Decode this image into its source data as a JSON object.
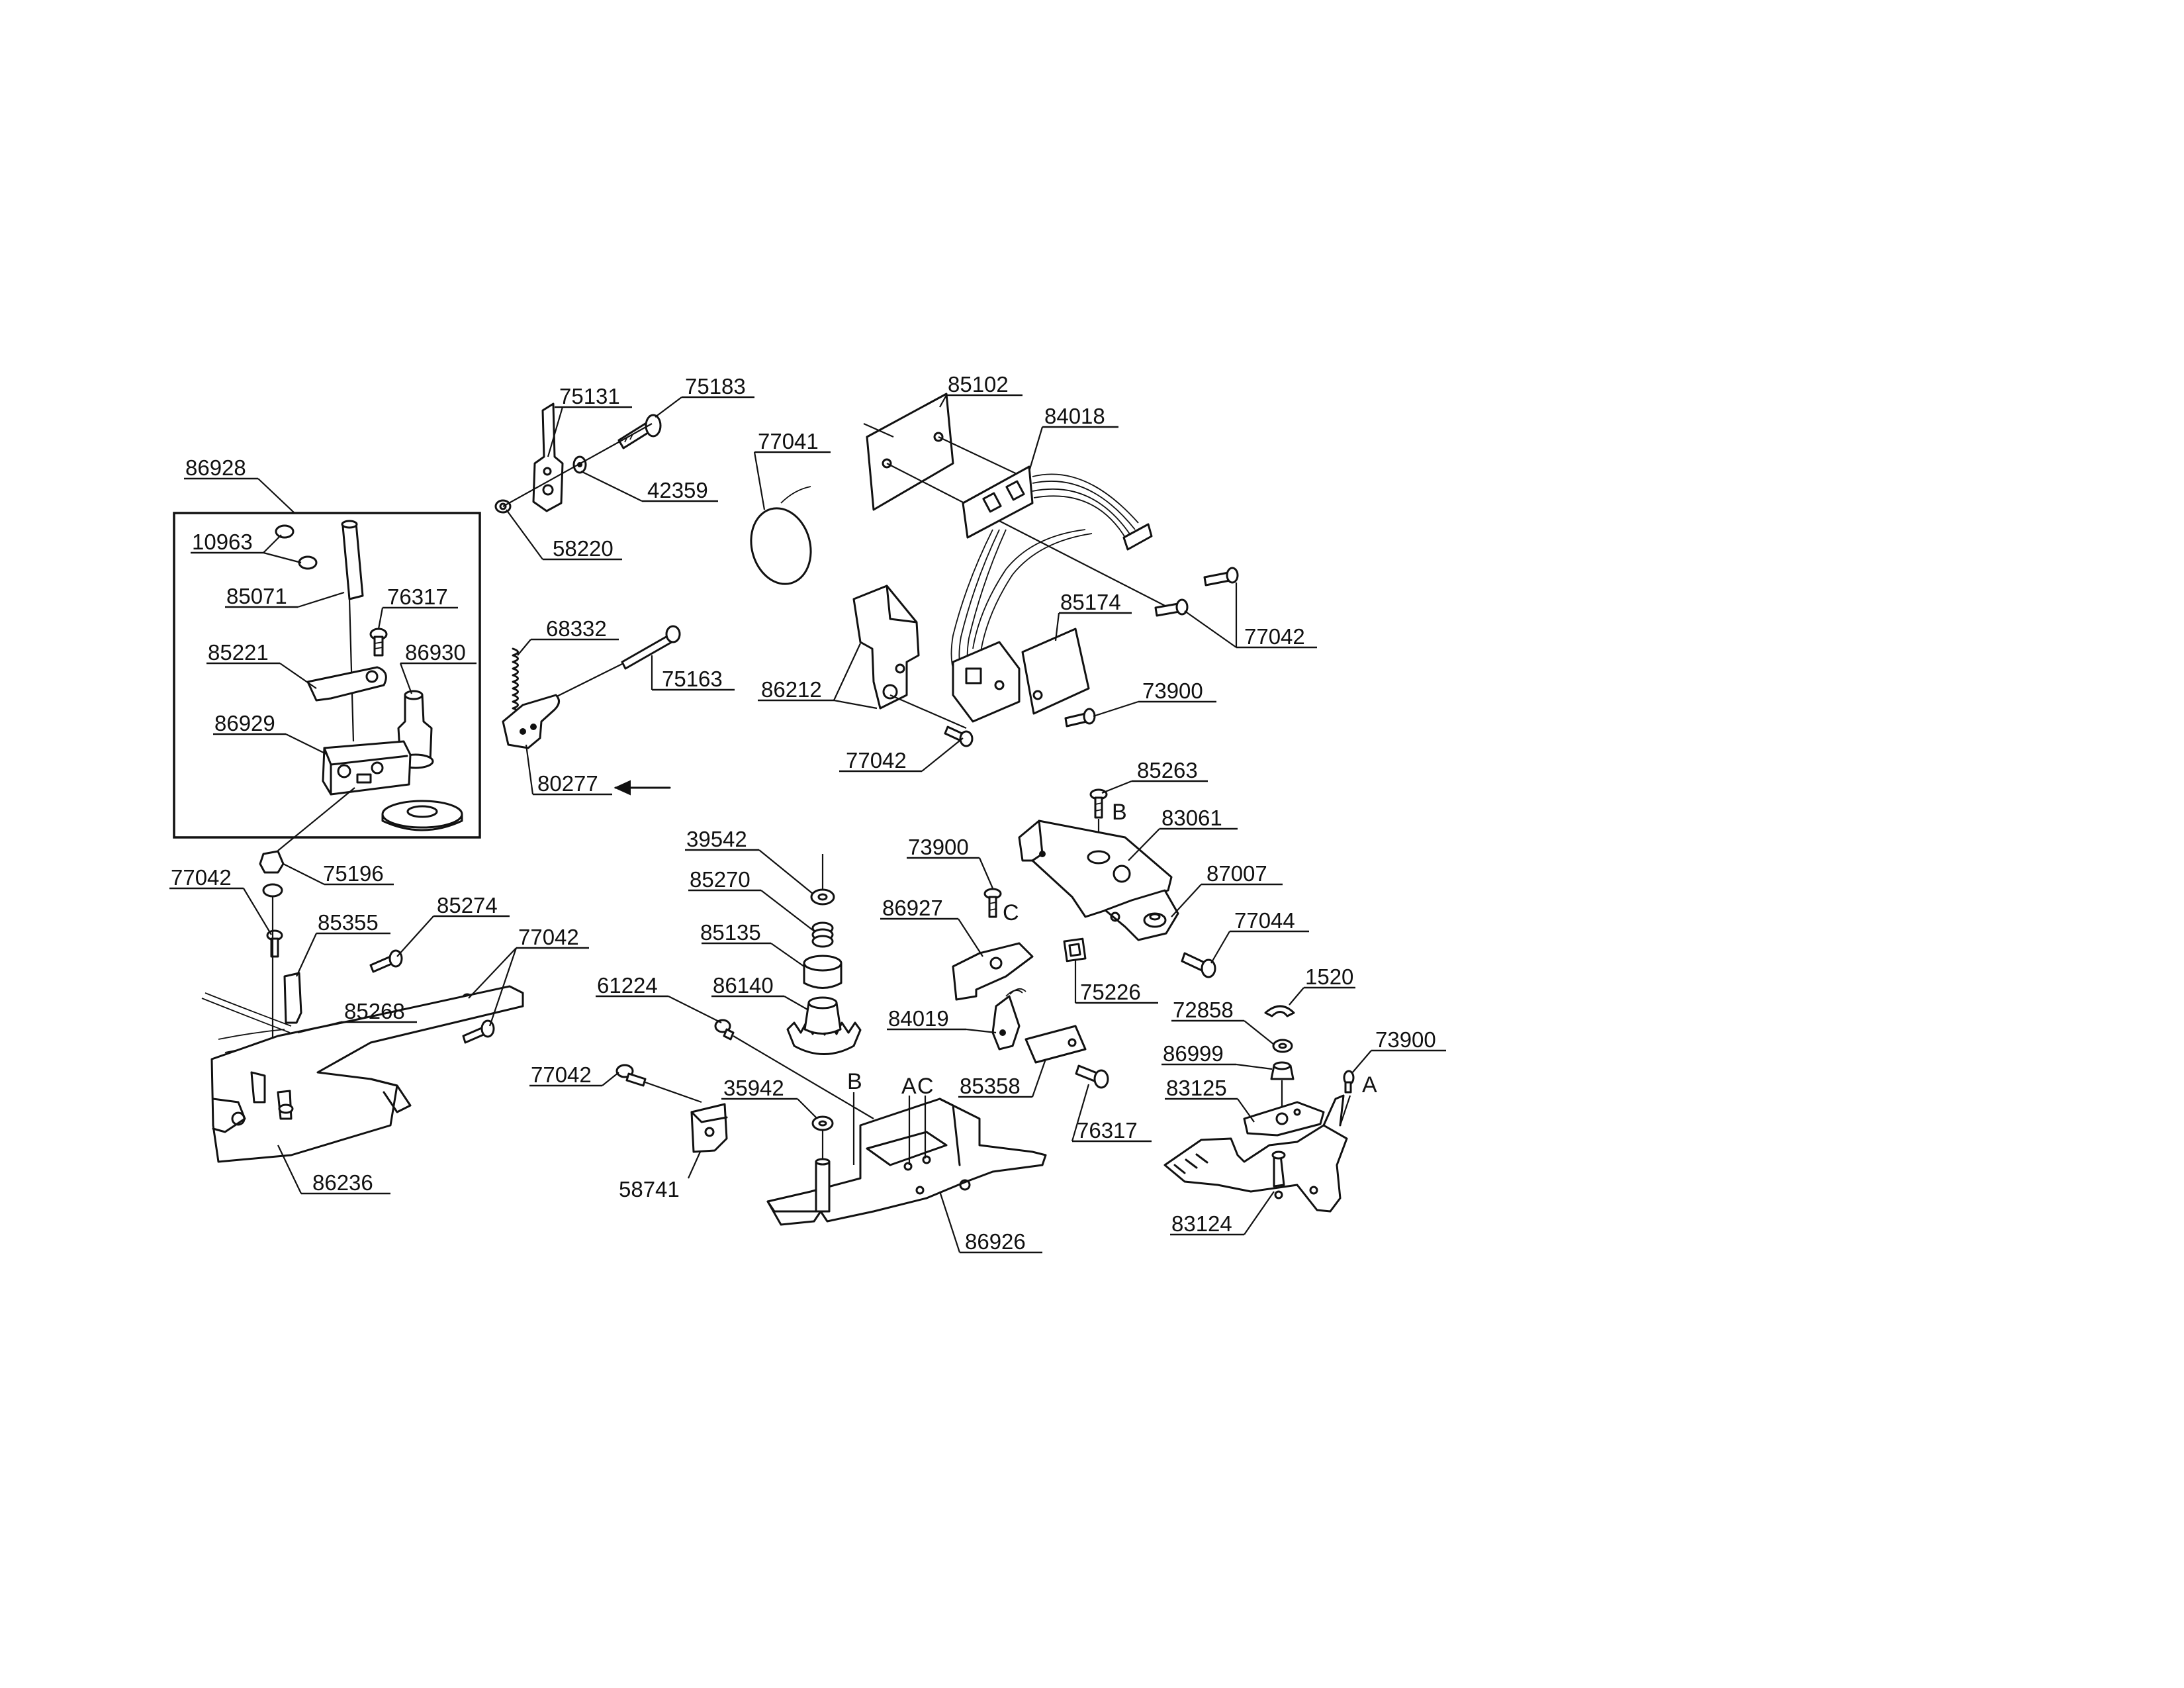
{
  "diagram": {
    "part_labels": [
      "75131",
      "75183",
      "42359",
      "58220",
      "86928",
      "10963",
      "85071",
      "76317",
      "85221",
      "86930",
      "86929",
      "68332",
      "75163",
      "80277",
      "75196",
      "77042",
      "85355",
      "85274",
      "77042",
      "85268",
      "86236",
      "85102",
      "84018",
      "77041",
      "85174",
      "77042",
      "86212",
      "73900",
      "77042",
      "85263",
      "83061",
      "87007",
      "77044",
      "73900",
      "86927",
      "75226",
      "39542",
      "85270",
      "85135",
      "86140",
      "61224",
      "84019",
      "85358",
      "76317",
      "35942",
      "77042",
      "58741",
      "86926",
      "1520",
      "72858",
      "86999",
      "73900",
      "83125",
      "83124"
    ],
    "ref_letters": [
      "B",
      "C",
      "B",
      "A",
      "C",
      "A"
    ]
  }
}
